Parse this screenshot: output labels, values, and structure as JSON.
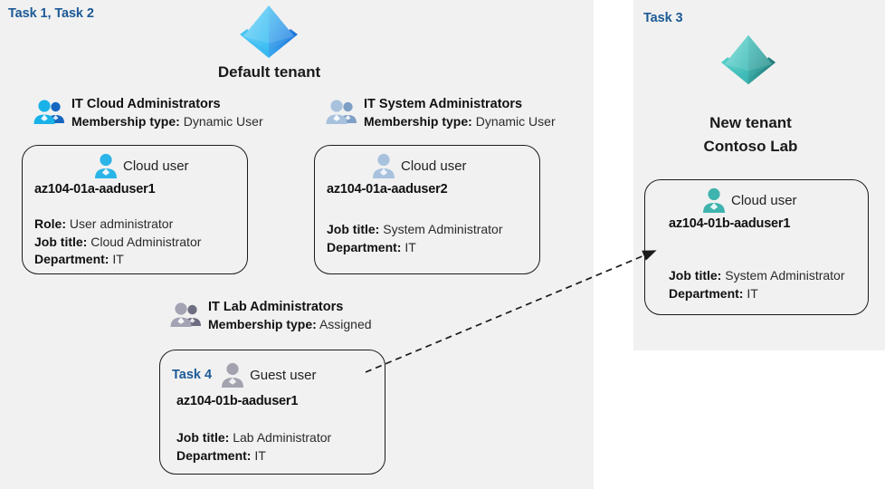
{
  "panels": {
    "left": {
      "task_label": "Task 1, Task 2"
    },
    "right": {
      "task_label": "Task 3"
    }
  },
  "tenants": [
    {
      "id": "default-tenant",
      "icon": "azure-ad-tenant-icon",
      "name": "Default tenant",
      "color": "#2a9df4"
    },
    {
      "id": "new-tenant",
      "icon": "azure-ad-tenant-icon",
      "name_line1": "New  tenant",
      "name_line2": "Contoso Lab",
      "color": "#3fb8b0"
    }
  ],
  "groups": [
    {
      "id": "it-cloud-administrators",
      "icon": "group-users-icon",
      "title": "IT Cloud Administrators",
      "membership_label": "Membership type:",
      "membership_value": "Dynamic User"
    },
    {
      "id": "it-system-administrators",
      "icon": "group-users-icon",
      "title": "IT System Administrators",
      "membership_label": "Membership type:",
      "membership_value": "Dynamic User"
    },
    {
      "id": "it-lab-administrators",
      "icon": "group-users-icon",
      "title": "IT Lab Administrators",
      "membership_label": "Membership type:",
      "membership_value": "Assigned"
    }
  ],
  "users": [
    {
      "id": "az104-01a-aaduser1",
      "task_tag": "",
      "icon": "cloud-user-icon",
      "kind": "Cloud user",
      "name": "az104-01a-aaduser1",
      "attrs": [
        {
          "label": "Role:",
          "value": "User administrator"
        },
        {
          "label": "Job title:",
          "value": "Cloud Administrator"
        },
        {
          "label": "Department:",
          "value": "IT"
        }
      ]
    },
    {
      "id": "az104-01a-aaduser2",
      "task_tag": "",
      "icon": "cloud-user-icon",
      "kind": "Cloud user",
      "name": "az104-01a-aaduser2",
      "attrs": [
        {
          "label": "Job title:",
          "value": "System Administrator"
        },
        {
          "label": "Department:",
          "value": "IT"
        }
      ]
    },
    {
      "id": "az104-01b-aaduser1-guest",
      "task_tag": "Task 4",
      "icon": "guest-user-icon",
      "kind": "Guest user",
      "name": "az104-01b-aaduser1",
      "attrs": [
        {
          "label": "Job title:",
          "value": "Lab Administrator"
        },
        {
          "label": "Department:",
          "value": "IT"
        }
      ]
    },
    {
      "id": "az104-01b-aaduser1-cloud",
      "task_tag": "",
      "icon": "cloud-user-icon",
      "kind": "Cloud user",
      "name": "az104-01b-aaduser1",
      "attrs": [
        {
          "label": "Job title:",
          "value": "System Administrator"
        },
        {
          "label": "Department:",
          "value": "IT"
        }
      ]
    }
  ],
  "connector": {
    "id": "guest-invitation-arrow",
    "style": "dashed-arrow",
    "from": "az104-01b-aaduser1-guest",
    "to": "az104-01b-aaduser1-cloud"
  },
  "colors": {
    "panel_background": "#f1f1f1",
    "page_background": "#ffffff",
    "task_label": "#1c5a96",
    "card_border": "#1b1b1b",
    "text_bold": "#111111",
    "text_regular": "#2b2b2b",
    "default_tenant_accent": "#2a9df4",
    "new_tenant_accent": "#3fb8b0",
    "cloud_user_blue": "#2ab4e8",
    "cloud_user_gray_blue": "#9db8d8",
    "guest_user_gray": "#9a9aa6",
    "cloud_user_teal": "#3fb3ae"
  }
}
